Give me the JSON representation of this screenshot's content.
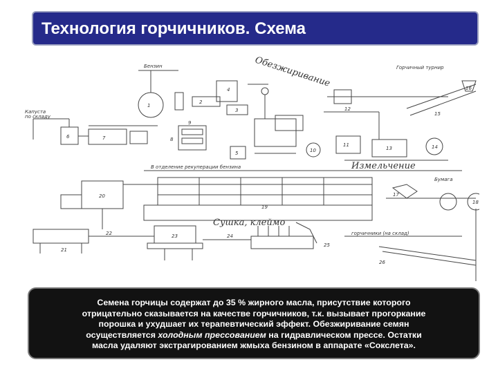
{
  "slide": {
    "title": "Технология горчичников. Схема",
    "caption": {
      "line1": "Семена горчицы содержат до 35 % жирного масла, присутствие которого",
      "line2": "отрицательно сказывается на качестве горчичников, т.к. вызывает прогоркание",
      "line3": "порошка и ухудшает их терапевтический эффект. Обезжиривание семян",
      "line4_before": "осуществляется ",
      "line4_emphasis": "холодным прессованием",
      "line4_after": " на гидравлическом прессе. Остатки",
      "line5": "масла удаляют экстрагированием жмыха бензином в  аппарате «Сокслета»."
    }
  },
  "scheme": {
    "labels": {
      "benzin": "Бензин",
      "kapusta": "Капуста",
      "kapusta2": "по складу",
      "gorch_turniya": "Горчичный турнир",
      "otdelenie": "В отделение рекуперации бензина",
      "bumaga": "Бумага",
      "gorch_listy": "горчичники (на склад)"
    },
    "handwriting": {
      "vertical": "Обезжиривание",
      "middle": "Измельчение",
      "bottom": "Сушка, клеймо"
    },
    "numbers": [
      "1",
      "2",
      "3",
      "4",
      "5",
      "6",
      "7",
      "8",
      "9",
      "10",
      "11",
      "12",
      "13",
      "14",
      "15",
      "16",
      "17",
      "18",
      "19",
      "20",
      "21",
      "22",
      "23",
      "24",
      "25",
      "26"
    ]
  }
}
